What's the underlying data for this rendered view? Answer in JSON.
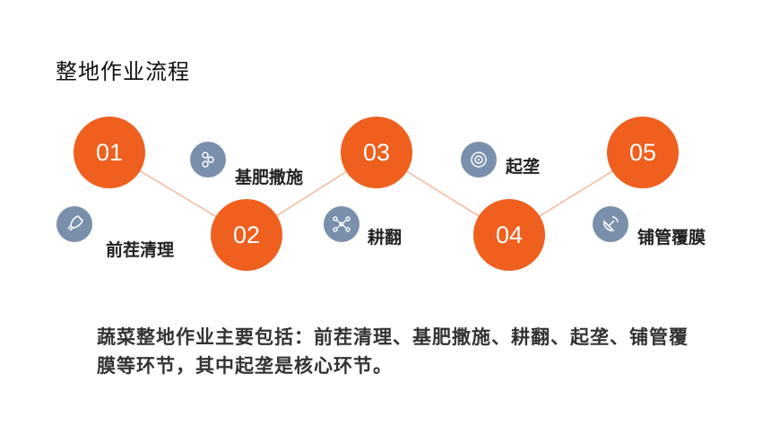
{
  "title": "整地作业流程",
  "steps": [
    {
      "number": "01",
      "label": "前茬清理",
      "icon": "rocket-icon"
    },
    {
      "number": "02",
      "label": "基肥撒施",
      "icon": "molecule-icon"
    },
    {
      "number": "03",
      "label": "耕翻",
      "icon": "network-icon"
    },
    {
      "number": "04",
      "label": "起垄",
      "icon": "target-icon"
    },
    {
      "number": "05",
      "label": "铺管覆膜",
      "icon": "satellite-dish-icon"
    }
  ],
  "summary": "蔬菜整地作业主要包括：前茬清理、基肥撒施、耕翻、起垄、铺管覆膜等环节，其中起垄是核心环节。",
  "colors": {
    "circle": "#ef5f1e",
    "icon_bg": "#7a8fab",
    "connector": "#f3b89c"
  }
}
